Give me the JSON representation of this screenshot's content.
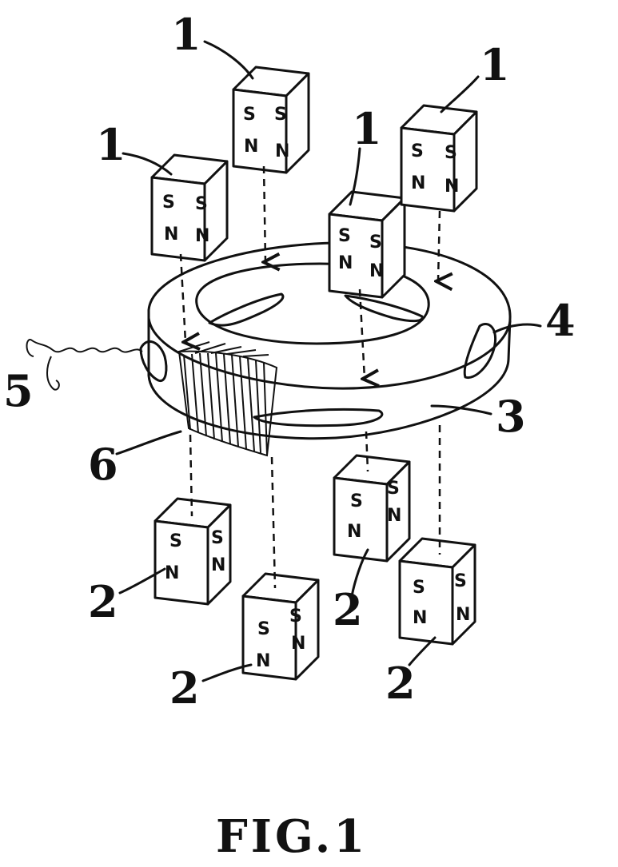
{
  "figure": {
    "caption": "FIG.1",
    "poles": {
      "south": "S",
      "north": "N"
    },
    "reference_numerals": {
      "upper_magnets": "1",
      "lower_magnets": "2",
      "ring": "3",
      "slot": "4",
      "lead_wires": "5",
      "coil": "6"
    }
  }
}
